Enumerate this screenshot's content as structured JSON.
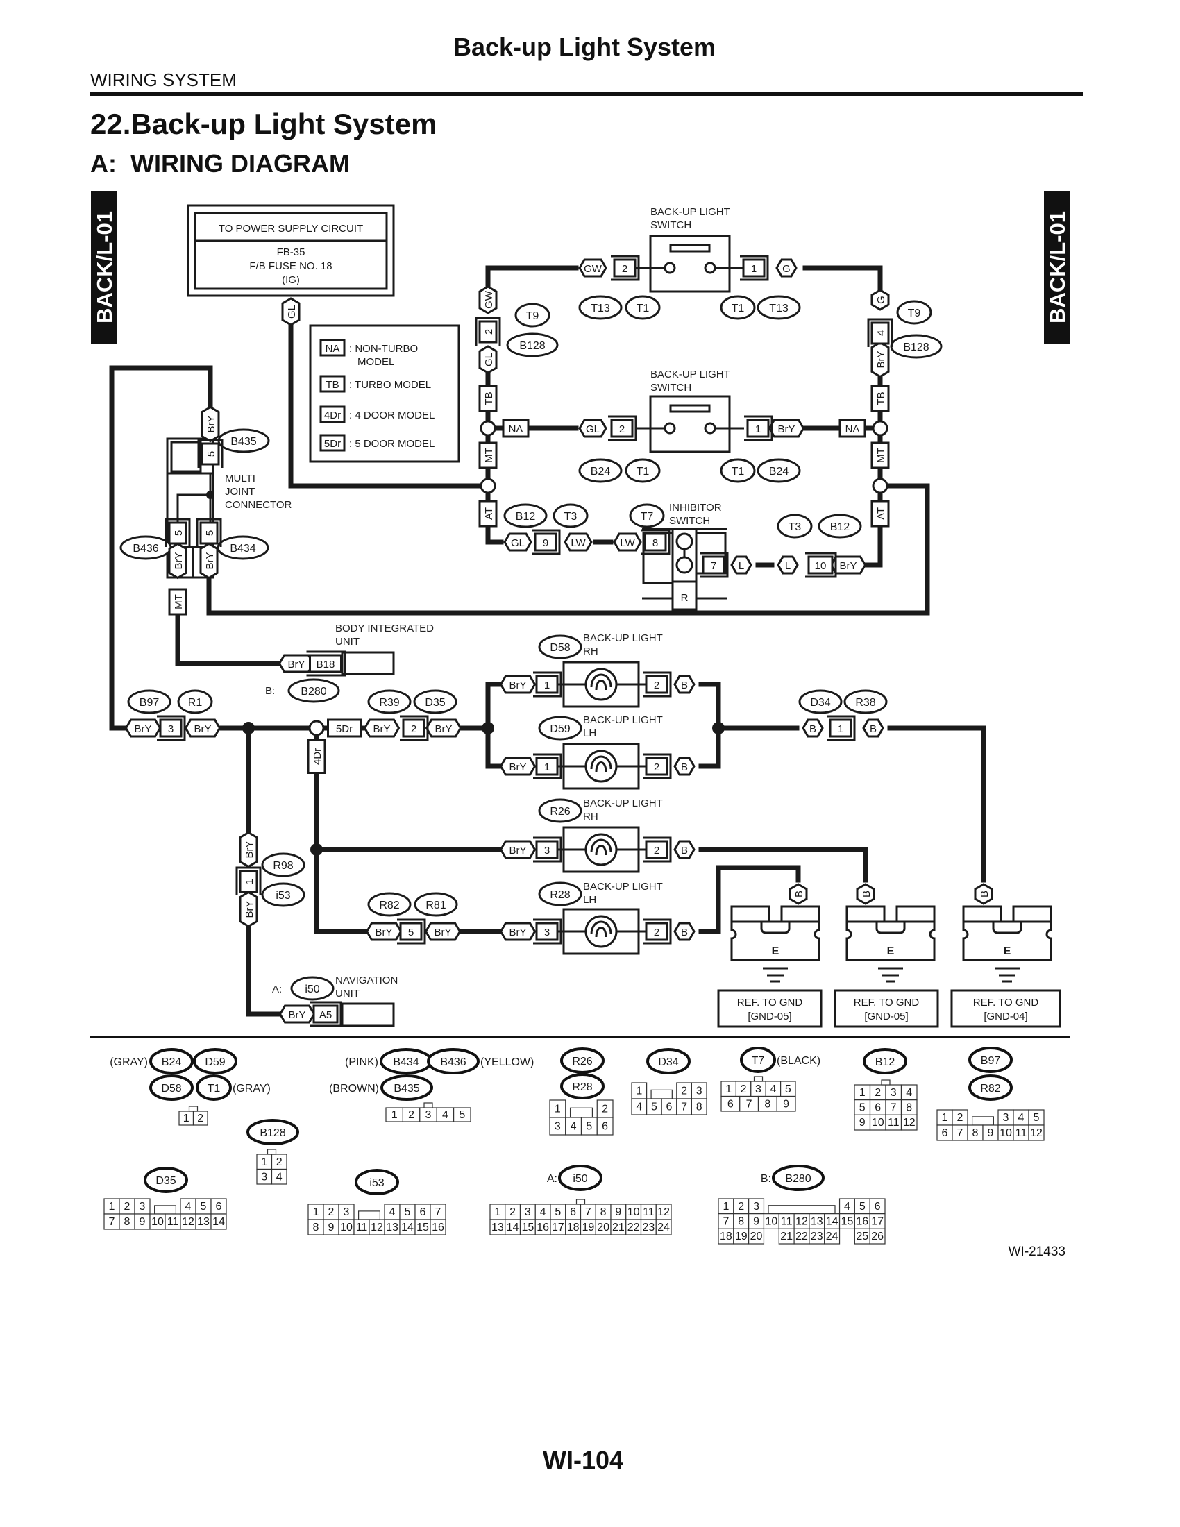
{
  "header": {
    "title": "Back-up Light System",
    "section": "WIRING SYSTEM"
  },
  "heading": {
    "title": "22.Back-up Light System",
    "subtitle": "A:  WIRING DIAGRAM"
  },
  "side_tab": "BACK/L-01",
  "power_box": {
    "title": "TO POWER SUPPLY CIRCUIT",
    "lines": [
      "FB-35",
      "F/B FUSE NO. 18",
      "(IG)"
    ]
  },
  "legend": [
    {
      "code": "NA",
      "text": ": NON-TURBO",
      "text2": "MODEL"
    },
    {
      "code": "TB",
      "text": ": TURBO MODEL"
    },
    {
      "code": "4Dr",
      "text": ": 4 DOOR MODEL"
    },
    {
      "code": "5Dr",
      "text": ": 5 DOOR MODEL"
    }
  ],
  "diagram": {
    "wire_tags": [
      "GL",
      "GW",
      "G",
      "GW",
      "GL",
      "G",
      "BrY",
      "GL",
      "BrY",
      "GL",
      "LW",
      "LW",
      "L",
      "L",
      "BrY",
      "BrY",
      "BrY",
      "BrY",
      "BrY",
      "BrY",
      "BrY",
      "BrY",
      "BrY",
      "BrY",
      "B",
      "BrY",
      "B",
      "B",
      "B",
      "BrY",
      "B",
      "BrY",
      "BrY",
      "BrY",
      "BrY",
      "BrY",
      "B",
      "B",
      "B",
      "B",
      "BrY"
    ],
    "pins": [
      "2",
      "1",
      "2",
      "4",
      "2",
      "1",
      "9",
      "8",
      "7",
      "10",
      "5",
      "5",
      "5",
      "B18",
      "3",
      "2",
      "1",
      "2",
      "1",
      "2",
      "1",
      "3",
      "2",
      "1",
      "5",
      "3",
      "2",
      "A5"
    ],
    "option_tags": [
      "NA",
      "NA",
      "TB",
      "TB",
      "MT",
      "MT",
      "AT",
      "AT",
      "MT",
      "5Dr",
      "4Dr"
    ],
    "connector_ids": [
      "T13",
      "T1",
      "T1",
      "T13",
      "T9",
      "B128",
      "T9",
      "B128",
      "B24",
      "T1",
      "T1",
      "B24",
      "B12",
      "T3",
      "T7",
      "T3",
      "B12",
      "B435",
      "B436",
      "B434",
      "B280",
      "B97",
      "R1",
      "R39",
      "D35",
      "D58",
      "D59",
      "D34",
      "R38",
      "R26",
      "R98",
      "i53",
      "R82",
      "R81",
      "R28",
      "i50"
    ],
    "inhibitor_position": "R",
    "ground_mark": "E",
    "labels": [
      {
        "lines": [
          "BACK-UP LIGHT",
          "SWITCH"
        ]
      },
      {
        "lines": [
          "BACK-UP LIGHT",
          "SWITCH"
        ]
      },
      {
        "lines": [
          "INHIBITOR",
          "SWITCH"
        ]
      },
      {
        "lines": [
          "MULTI",
          "JOINT",
          "CONNECTOR"
        ]
      },
      {
        "lines": [
          "BODY INTEGRATED",
          "UNIT"
        ]
      },
      {
        "lines": [
          "BACK-UP LIGHT",
          "RH"
        ]
      },
      {
        "lines": [
          "BACK-UP LIGHT",
          "LH"
        ]
      },
      {
        "lines": [
          "BACK-UP LIGHT",
          "RH"
        ]
      },
      {
        "lines": [
          "BACK-UP LIGHT",
          "LH"
        ]
      },
      {
        "lines": [
          "NAVIGATION",
          "UNIT"
        ]
      },
      {
        "lines": [
          "B:"
        ]
      },
      {
        "lines": [
          "A:"
        ]
      }
    ],
    "ground_refs": [
      {
        "lines": [
          "REF. TO GND",
          "[GND-05]"
        ]
      },
      {
        "lines": [
          "REF. TO GND",
          "[GND-05]"
        ]
      },
      {
        "lines": [
          "REF. TO GND",
          "[GND-04]"
        ]
      }
    ]
  },
  "connector_views": [
    {
      "tags": [
        {
          "id": "B24",
          "note": "(GRAY)",
          "side": "left"
        },
        {
          "id": "D59"
        },
        {
          "id": "D58"
        },
        {
          "id": "T1",
          "note": "(GRAY)",
          "side": "right"
        }
      ],
      "rows": [
        [
          "1",
          "2"
        ]
      ]
    },
    {
      "tags": [
        {
          "id": "B128"
        }
      ],
      "rows": [
        [
          "1",
          "2"
        ],
        [
          "3",
          "4"
        ]
      ]
    },
    {
      "tags": [
        {
          "id": "B434",
          "note": "(PINK)",
          "side": "left"
        },
        {
          "id": "B436",
          "note": "(YELLOW)",
          "side": "right"
        },
        {
          "id": "B435",
          "note": "(BROWN)",
          "side": "left"
        }
      ],
      "rows": [
        [
          "1",
          "2",
          "3",
          "4",
          "5"
        ]
      ]
    },
    {
      "tags": [
        {
          "id": "R26"
        },
        {
          "id": "R28"
        }
      ],
      "rows": [
        [
          "1",
          null,
          null,
          "2"
        ],
        [
          "3",
          "4",
          "5",
          "6"
        ]
      ]
    },
    {
      "tags": [
        {
          "id": "D34"
        }
      ],
      "rows": [
        [
          "1",
          null,
          null,
          "2",
          "3"
        ],
        [
          "4",
          "5",
          "6",
          "7",
          "8"
        ]
      ]
    },
    {
      "tags": [
        {
          "id": "T7",
          "note": "(BLACK)",
          "side": "right"
        }
      ],
      "rows": [
        [
          "1",
          "2",
          "3",
          "4",
          "5"
        ],
        [
          "6",
          "7",
          "8",
          "9"
        ]
      ]
    },
    {
      "tags": [
        {
          "id": "B12"
        }
      ],
      "rows": [
        [
          "1",
          "2",
          "3",
          "4"
        ],
        [
          "5",
          "6",
          "7",
          "8"
        ],
        [
          "9",
          "10",
          "11",
          "12"
        ]
      ]
    },
    {
      "tags": [
        {
          "id": "B97"
        },
        {
          "id": "R82"
        }
      ],
      "rows": [
        [
          "1",
          "2",
          null,
          null,
          "3",
          "4",
          "5"
        ],
        [
          "6",
          "7",
          "8",
          "9",
          "10",
          "11",
          "12"
        ]
      ]
    },
    {
      "tags": [
        {
          "id": "D35"
        }
      ],
      "rows": [
        [
          "1",
          "2",
          "3",
          null,
          null,
          "4",
          "5",
          "6"
        ],
        [
          "7",
          "8",
          "9",
          "10",
          "11",
          "12",
          "13",
          "14"
        ]
      ]
    },
    {
      "tags": [
        {
          "id": "i53"
        }
      ],
      "rows": [
        [
          "1",
          "2",
          "3",
          null,
          null,
          "4",
          "5",
          "6",
          "7"
        ],
        [
          "8",
          "9",
          "10",
          "11",
          "12",
          "13",
          "14",
          "15",
          "16"
        ]
      ]
    },
    {
      "tags": [
        {
          "id": "i50",
          "prefix": "A:"
        }
      ],
      "rows": [
        [
          "1",
          "2",
          "3",
          "4",
          "5",
          "6",
          "7",
          "8",
          "9",
          "10",
          "11",
          "12"
        ],
        [
          "13",
          "14",
          "15",
          "16",
          "17",
          "18",
          "19",
          "20",
          "21",
          "22",
          "23",
          "24"
        ]
      ]
    },
    {
      "tags": [
        {
          "id": "B280",
          "prefix": "B:"
        }
      ],
      "rows": [
        [
          "1",
          "2",
          "3",
          null,
          null,
          null,
          null,
          null,
          "4",
          "5",
          "6"
        ],
        [
          "7",
          "8",
          "9",
          "10",
          "11",
          "12",
          "13",
          "14",
          "15",
          "16",
          "17"
        ],
        [
          "18",
          "19",
          "20",
          null,
          "21",
          "22",
          "23",
          "24",
          null,
          "25",
          "26"
        ]
      ]
    }
  ],
  "figure_id": "WI-21433",
  "page_number": "WI-104"
}
